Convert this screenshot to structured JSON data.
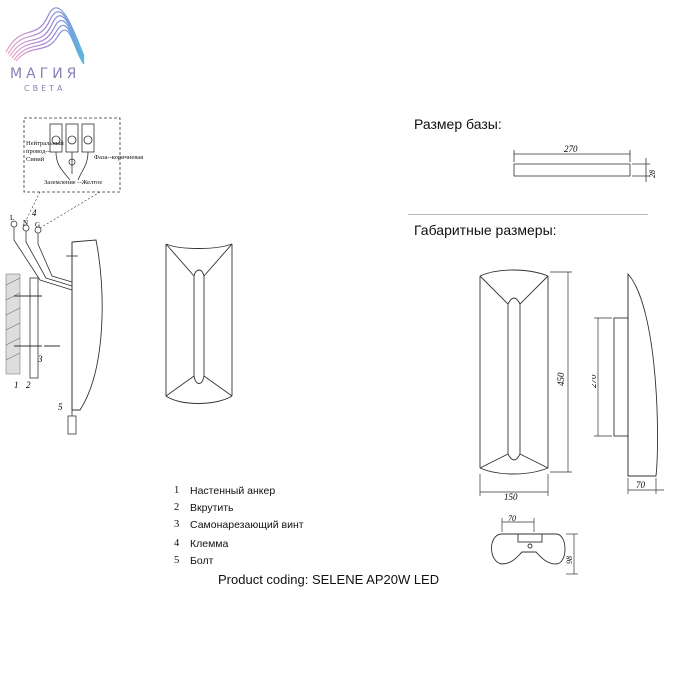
{
  "logo": {
    "line1": "МАГИЯ",
    "line2": "СВЕТА",
    "colors": [
      "#e7a0c8",
      "#9b7fd4",
      "#5ab6e0"
    ]
  },
  "wiring": {
    "neutral_label": "Нейтральный провод--Синий",
    "phase_label": "Фаза--коричневая",
    "ground_label": "Заземление --Желтое",
    "terminal_marks": [
      "L",
      "N",
      "G"
    ],
    "callouts": [
      "1",
      "2",
      "3",
      "4",
      "5"
    ]
  },
  "base_size": {
    "title": "Размер базы:",
    "width": "270",
    "height": "28"
  },
  "overall_size": {
    "title": "Габаритные размеры:",
    "height": "450",
    "inner_height": "270",
    "width": "150",
    "depth": "70",
    "top_width": "70",
    "top_depth": "98"
  },
  "legend": [
    {
      "num": "1",
      "text": "Настенный анкер"
    },
    {
      "num": "2",
      "text": "Вкрутить"
    },
    {
      "num": "3",
      "text": "Самонарезающий винт"
    },
    {
      "num": "4",
      "text": "Клемма"
    },
    {
      "num": "5",
      "text": "Болт"
    }
  ],
  "product_coding": "Product coding: SELENE AP20W LED"
}
